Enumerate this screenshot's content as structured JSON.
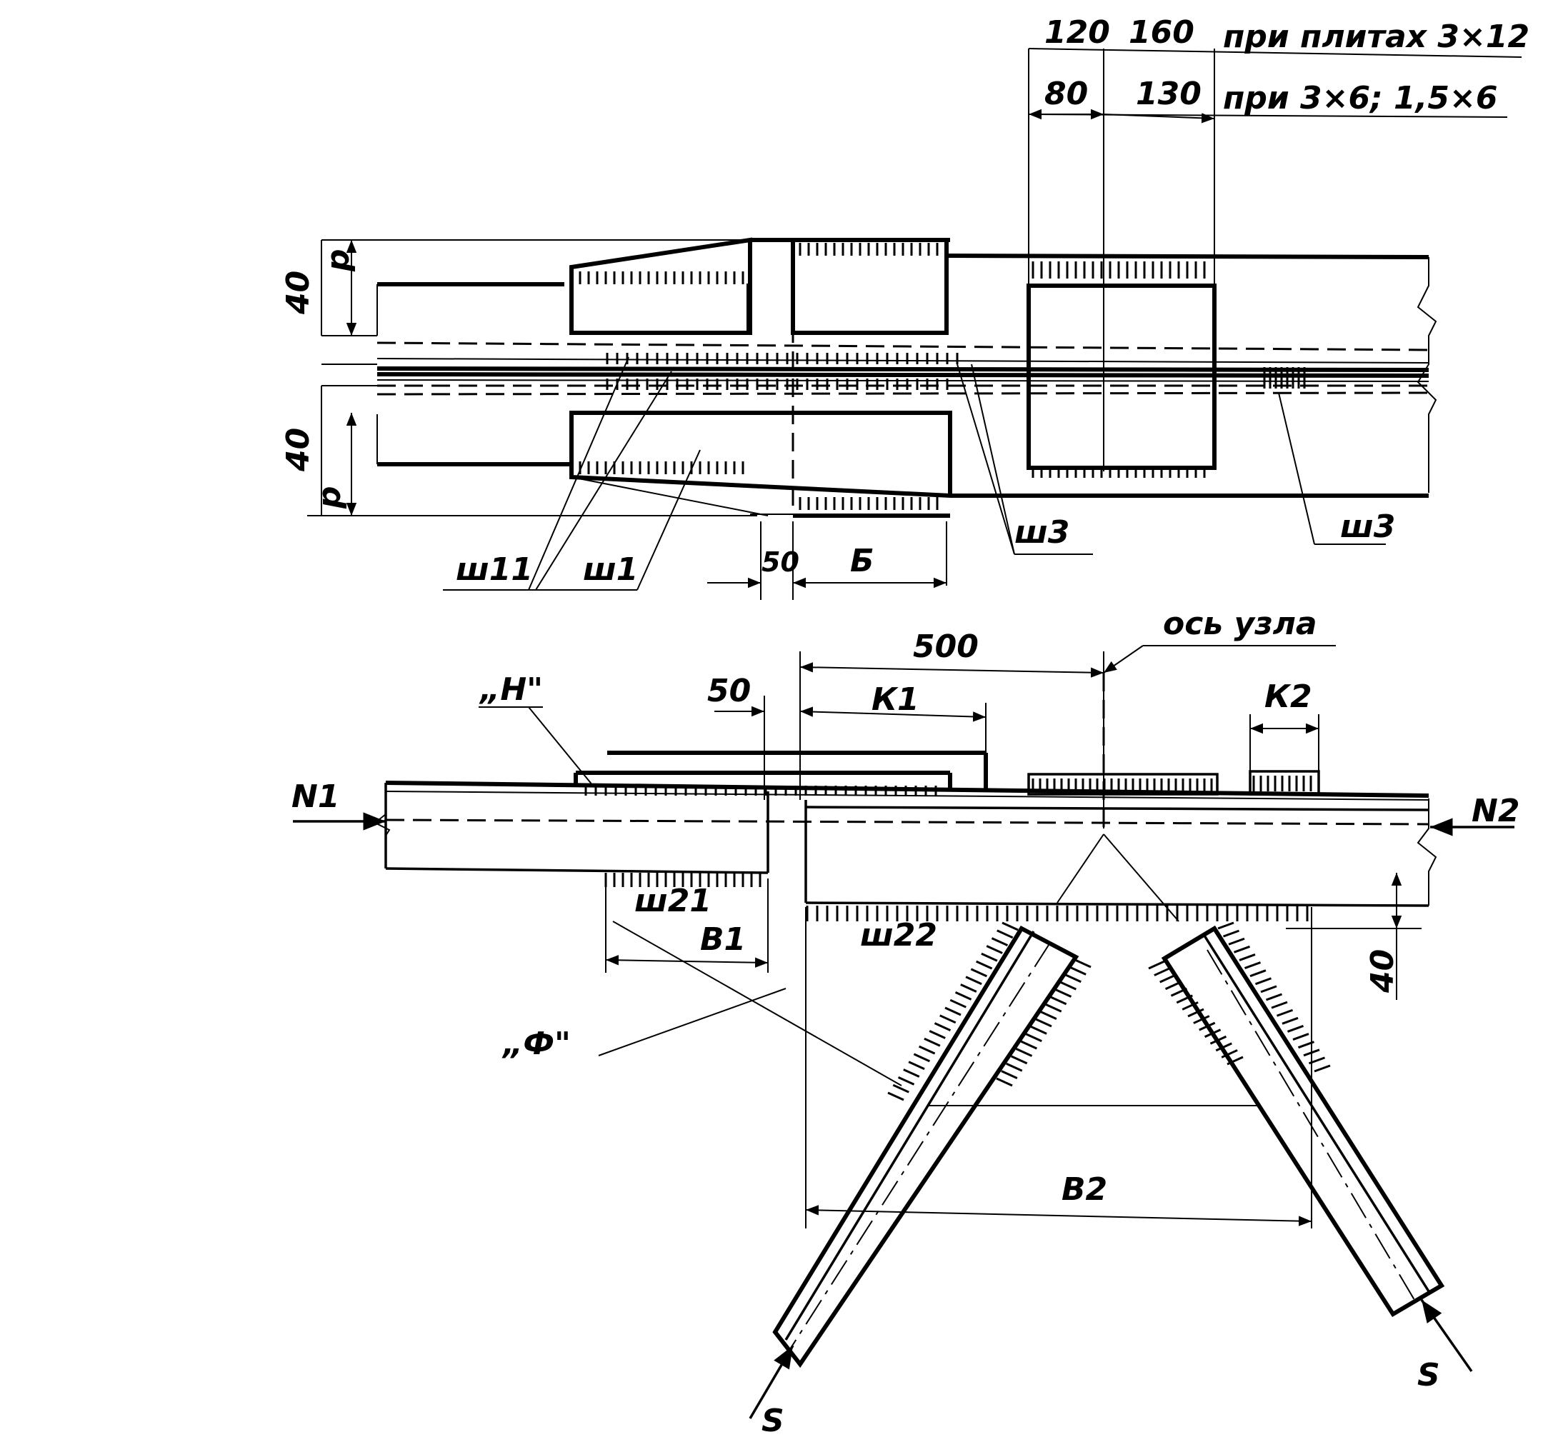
{
  "labels": {
    "dim_120": "120",
    "dim_160": "160",
    "note_plates_3x12": "при плитах 3×12",
    "dim_80": "80",
    "dim_130": "130",
    "note_plates_3x6": "при 3×6; 1,5×6",
    "dim_40_top": "40",
    "p_top": "р",
    "dim_40_bottom": "40",
    "p_bottom": "р",
    "weld_sh11": "ш11",
    "weld_sh1": "ш1",
    "dim_50_top": "50",
    "dim_b": "Б",
    "weld_sh3_left": "ш3",
    "weld_sh3_right": "ш3",
    "node_axis": "ось узла",
    "dim_500": "500",
    "dim_50_mid": "50",
    "dim_k1": "К1",
    "dim_k2": "К2",
    "detail_h": "„Н\"",
    "force_n1": "N1",
    "force_n2": "N2",
    "weld_sh21": "ш21",
    "weld_sh22": "ш22",
    "dim_b1": "В1",
    "dim_40_side": "40",
    "detail_f": "„Ф\"",
    "dim_b2": "В2",
    "force_s_left": "S",
    "force_s_right": "S"
  }
}
